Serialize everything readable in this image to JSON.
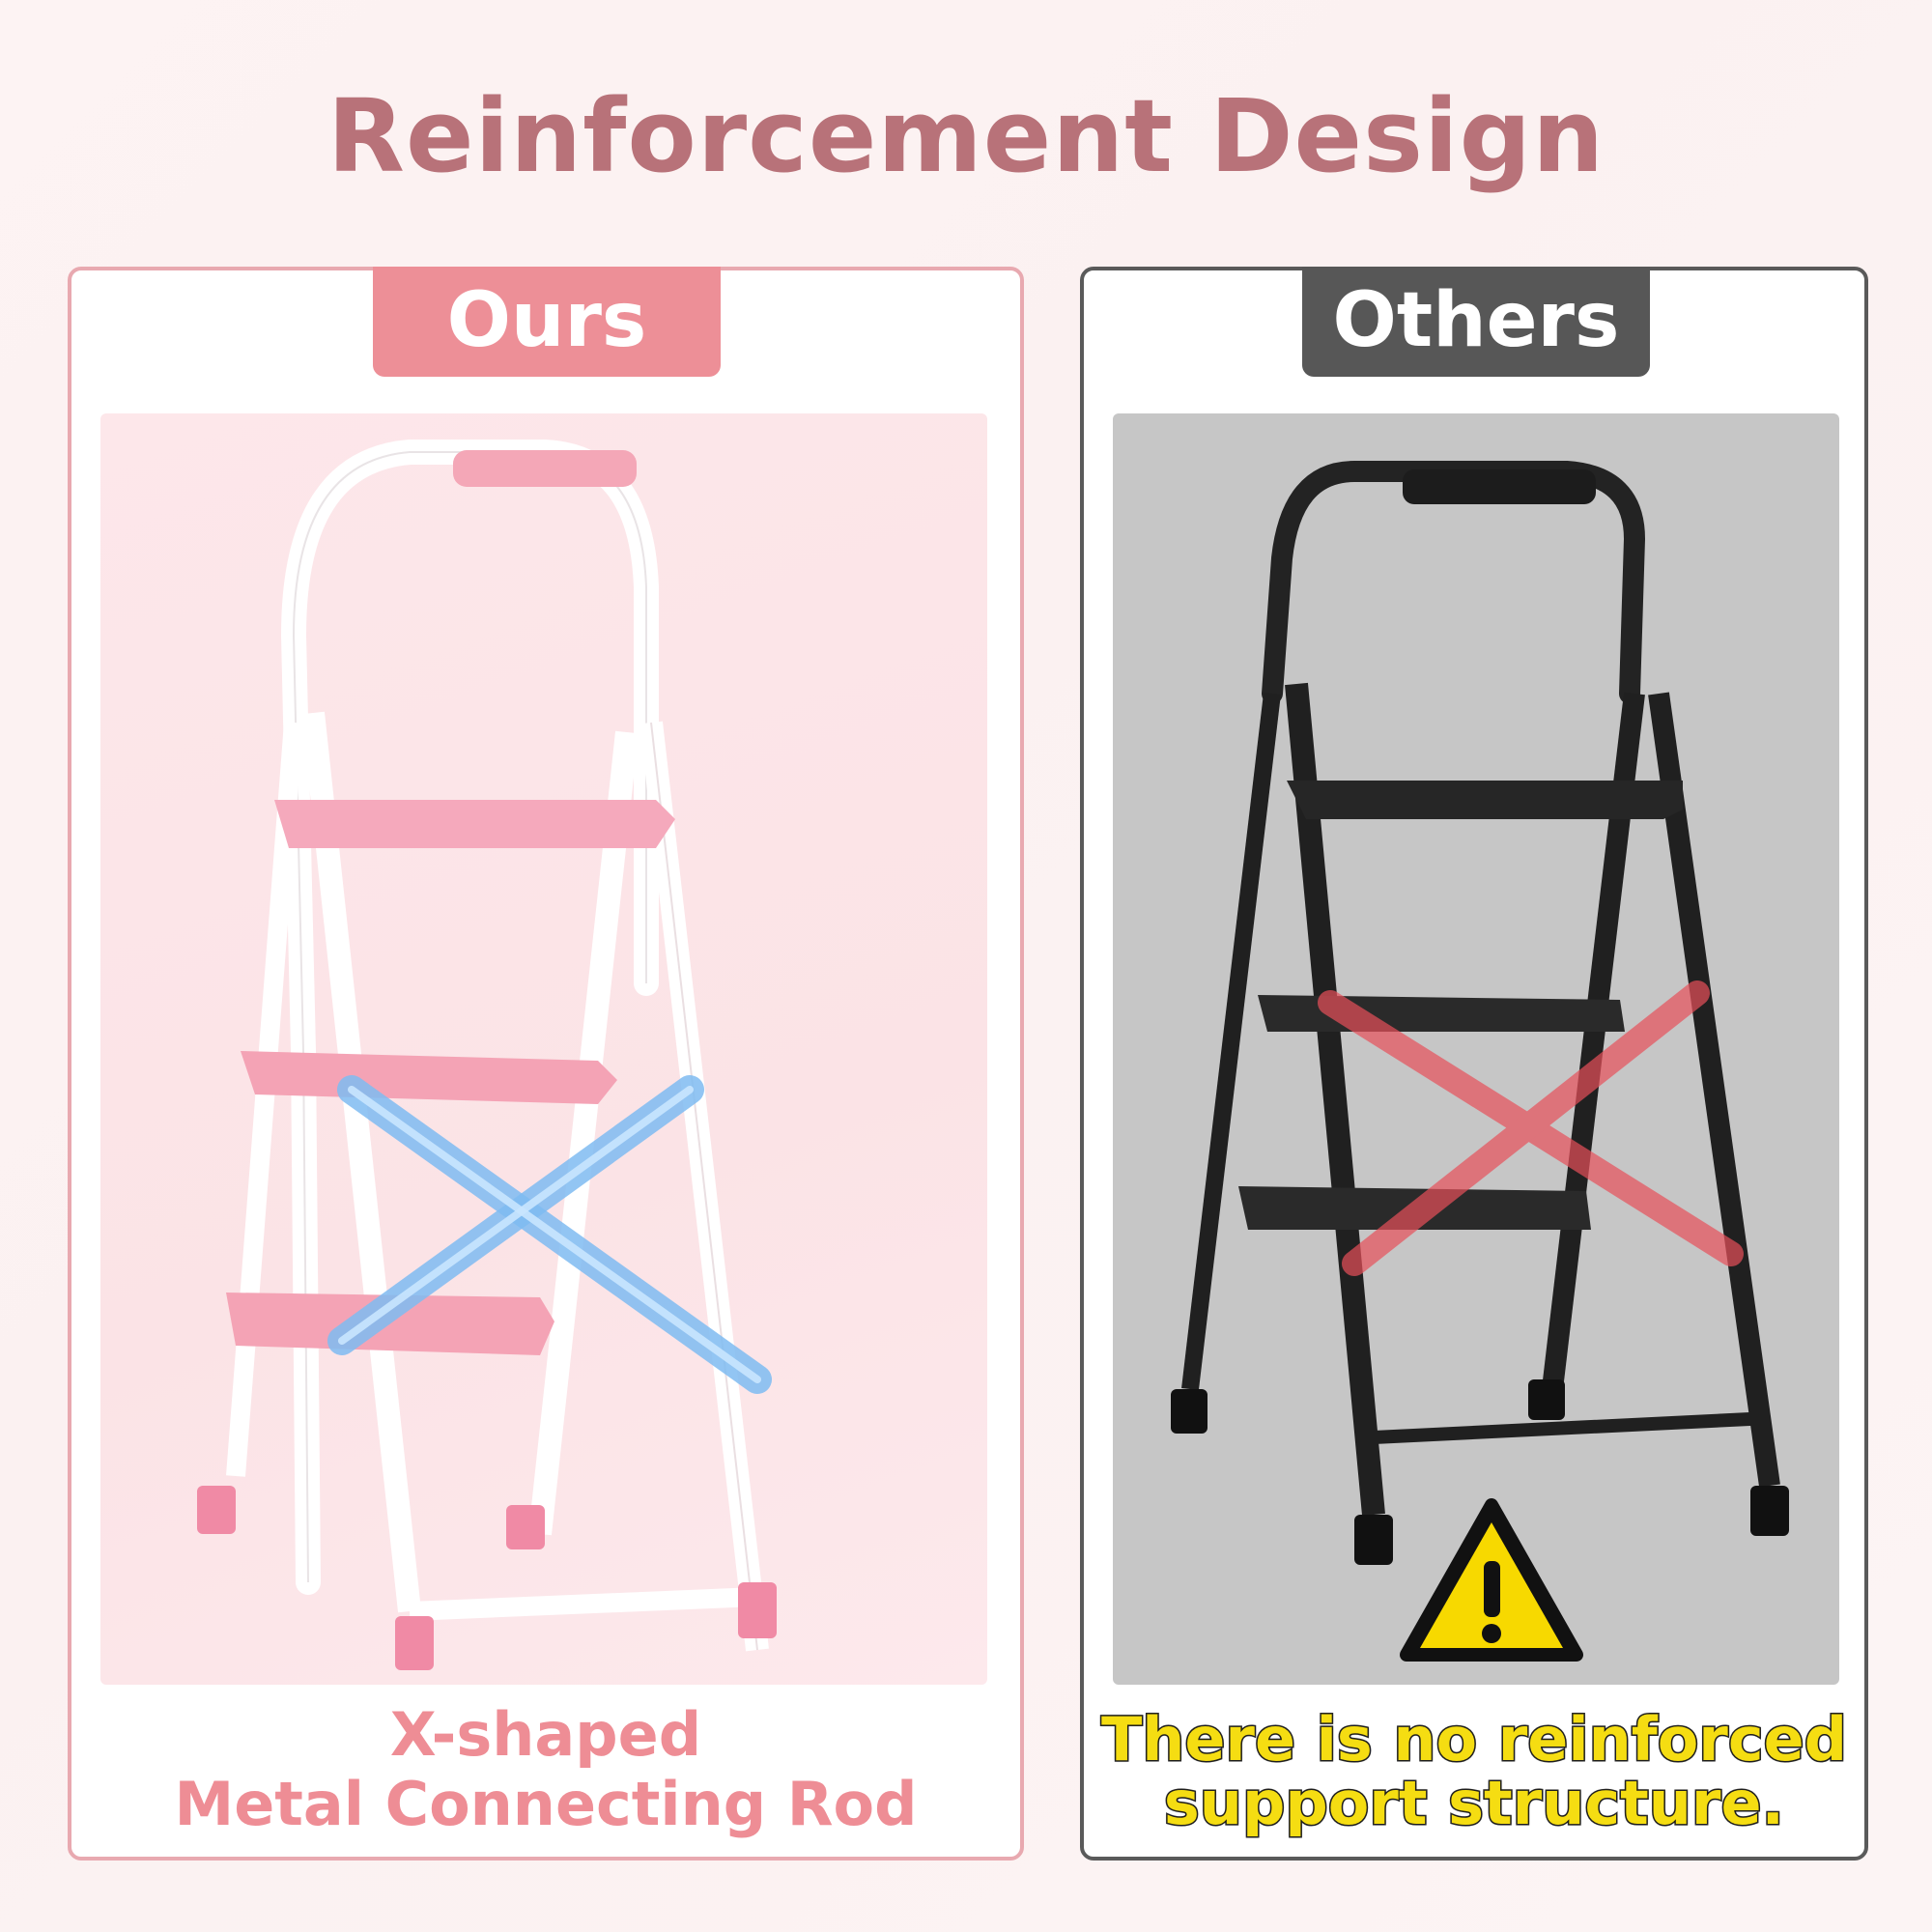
{
  "title": "Reinforcement Design",
  "ours": {
    "tag": "Ours",
    "caption_line1": "X-shaped",
    "caption_line2": "Metal Connecting Rod",
    "colors": {
      "accent": "#ed8f97",
      "frame": "#ffffff",
      "brace": "#8fc8f5"
    }
  },
  "others": {
    "tag": "Others",
    "caption_line1": "There is no reinforced",
    "caption_line2": "support structure.",
    "colors": {
      "frame": "#1f1f1f",
      "cross": "#e3545e",
      "warning": "#f7d900"
    }
  },
  "icons": [
    "x-brace-icon",
    "red-cross-icon",
    "warning-triangle-icon"
  ]
}
